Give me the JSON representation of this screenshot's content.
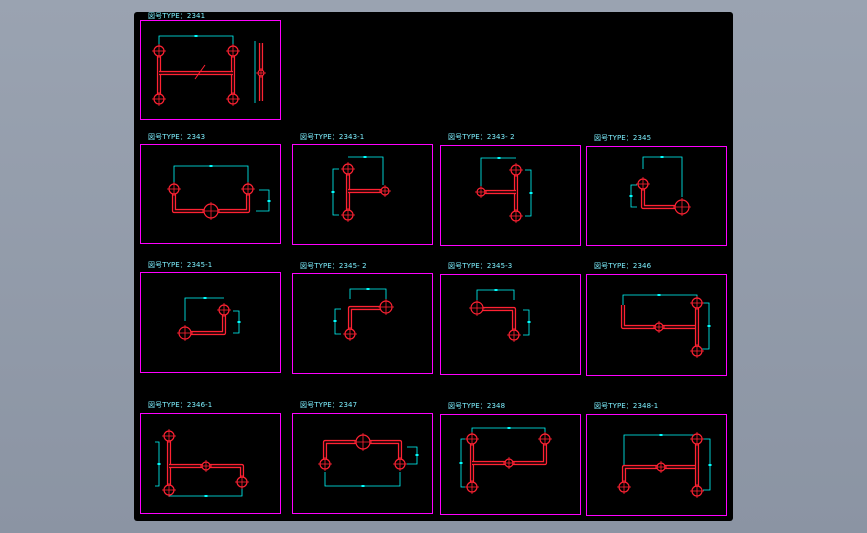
{
  "drawing": {
    "label_prefix": "図号TYPE：",
    "colors": {
      "frame": "#ff00ff",
      "pipe": "#ff2233",
      "dim": "#00ffff",
      "text": "#7df0ff",
      "background": "#000000",
      "desktop": "#939ba9"
    },
    "cells": [
      {
        "id": "2341",
        "code": "2341",
        "shape": "H"
      },
      {
        "id": "2343",
        "code": "2343",
        "shape": "U"
      },
      {
        "id": "2343-1",
        "code": "2343-1",
        "shape": "T-left"
      },
      {
        "id": "2343-2",
        "code": "2343- 2",
        "shape": "T-right"
      },
      {
        "id": "2345",
        "code": "2345",
        "shape": "L-down"
      },
      {
        "id": "2345-1",
        "code": "2345-1",
        "shape": "L-up"
      },
      {
        "id": "2345-2",
        "code": "2345- 2",
        "shape": "Z-right"
      },
      {
        "id": "2345-3",
        "code": "2345-3",
        "shape": "Z-left"
      },
      {
        "id": "2346",
        "code": "2346",
        "shape": "F-right"
      },
      {
        "id": "2346-1",
        "code": "2346-1",
        "shape": "F-left"
      },
      {
        "id": "2347",
        "code": "2347",
        "shape": "U-top"
      },
      {
        "id": "2348",
        "code": "2348",
        "shape": "E-left"
      },
      {
        "id": "2348-1",
        "code": "2348-1",
        "shape": "E-right"
      }
    ]
  }
}
